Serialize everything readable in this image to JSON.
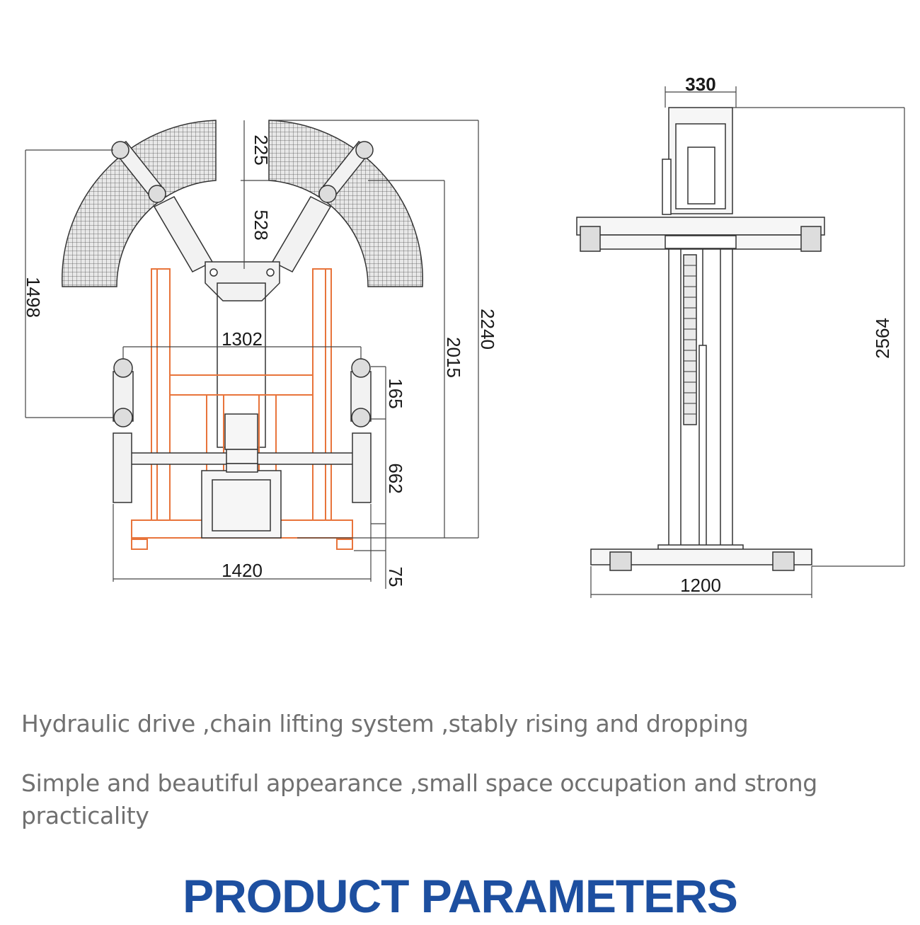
{
  "front_view": {
    "dimensions": {
      "d225": "225",
      "d528": "528",
      "d1498": "1498",
      "d1302": "1302",
      "d2015": "2015",
      "d2240": "2240",
      "d165": "165",
      "d662": "662",
      "d1420": "1420",
      "d75": "75"
    }
  },
  "side_view": {
    "dimensions": {
      "d330": "330",
      "d2564": "2564",
      "d1200": "1200"
    }
  },
  "descriptions": [
    "Hydraulic drive ,chain lifting system ,stably rising and dropping",
    "Simple and beautiful appearance ,small space occupation and strong practicality"
  ],
  "title": "PRODUCT PARAMETERS",
  "colors": {
    "frame_accent": "#e8743b",
    "title": "#1d4fa0",
    "line": "#2a2a2a",
    "text_gray": "#707070"
  }
}
